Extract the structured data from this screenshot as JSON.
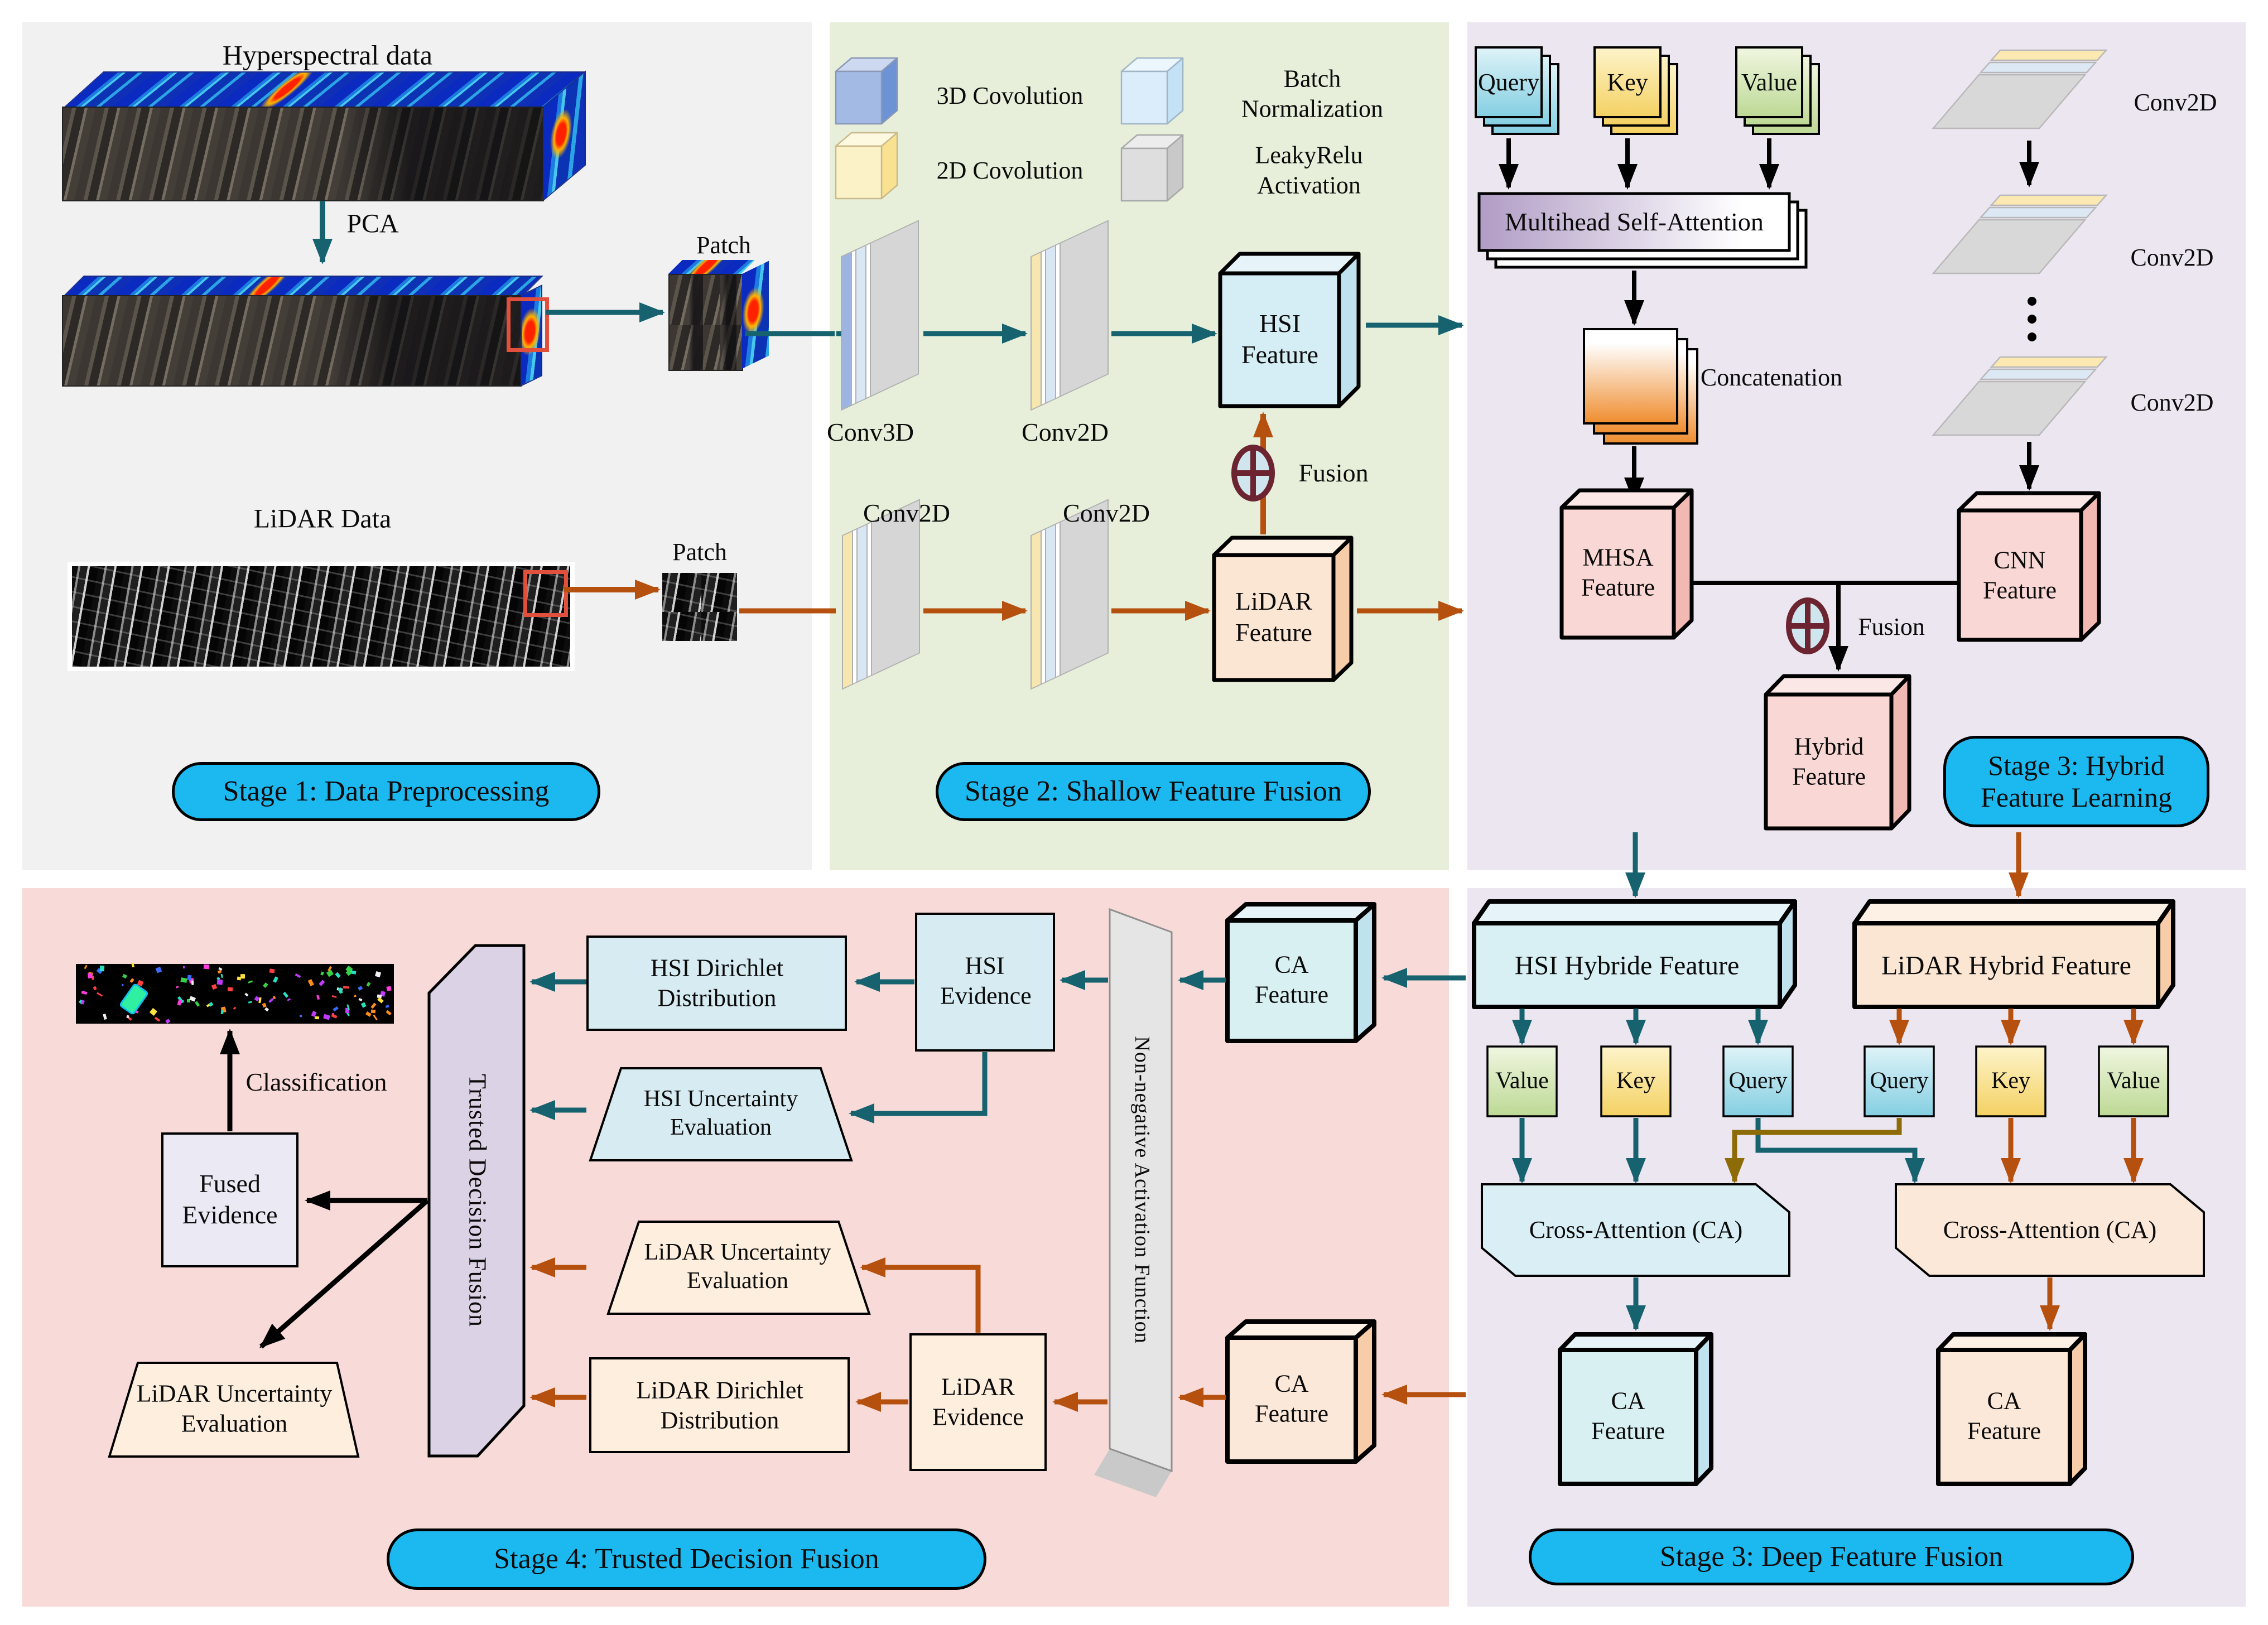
{
  "colors": {
    "pill": "#1cb9f1",
    "teal": "#16626e",
    "orange": "#b5500f",
    "olive": "#8d6c08",
    "black": "#000000",
    "panel1": "#f1f1f1",
    "panel2": "#e7efda",
    "panel3": "#ece6f1",
    "panel4": "#f8dbd8",
    "cyan_box": "#d5edf4",
    "cyan_top": "#e6f4f9",
    "cyan_side": "#bfe2ee",
    "peach_box": "#fbe5d3",
    "peach_top": "#fdf1e5",
    "peach_side": "#f6cda8",
    "pink_box": "#f8d7d4",
    "pink_top": "#fbe7e5",
    "pink_side": "#f2b9b3",
    "lav_box": "#ebe9f3",
    "tdf_bar": "#dcd2e6",
    "naf_bar": "#e5e5e5",
    "dark_red": "#6b2430",
    "trap_cyan": "#d7ecf2",
    "trap_peach": "#fdeede"
  },
  "stage1": {
    "title_hsi": "Hyperspectral data",
    "pca": "PCA",
    "patch_hsi": "Patch",
    "title_lidar": "LiDAR Data",
    "patch_lidar": "Patch",
    "pill": "Stage 1: Data Preprocessing"
  },
  "stage2": {
    "legend": {
      "conv3d": "3D Covolution",
      "conv2d": "2D Covolution",
      "bn": "Batch Normalization",
      "leaky": "LeakyRelu Activation"
    },
    "conv3d": "Conv3D",
    "conv2d_hsi": "Conv2D",
    "conv2d_l1": "Conv2D",
    "conv2d_l2": "Conv2D",
    "hsi_feature": "HSI Feature",
    "lidar_feature": "LiDAR Feature",
    "fusion": "Fusion",
    "pill": "Stage 2: Shallow Feature Fusion"
  },
  "stage3": {
    "query": "Query",
    "key": "Key",
    "value": "Value",
    "mhsa": "Multihead Self-Attention",
    "concat": "Concatenation",
    "conv2d_1": "Conv2D",
    "conv2d_2": "Conv2D",
    "conv2d_3": "Conv2D",
    "mhsa_feature": "MHSA Feature",
    "cnn_feature": "CNN Feature",
    "fusion": "Fusion",
    "hybrid_feature": "Hybrid Feature",
    "pill": "Stage 3: Hybrid Feature Learning"
  },
  "stage3b": {
    "hsi_hybrid": "HSI Hybride Feature",
    "lidar_hybrid": "LiDAR Hybrid Feature",
    "value1": "Value",
    "key1": "Key",
    "query1": "Query",
    "query2": "Query",
    "key2": "Key",
    "value2": "Value",
    "ca_left": "Cross-Attention (CA)",
    "ca_right": "Cross-Attention (CA)",
    "ca_feature_hsi": "CA Feature",
    "ca_feature_lidar": "CA Feature",
    "pill": "Stage 3: Deep Feature Fusion"
  },
  "stage4": {
    "classification": "Classification",
    "fused_evidence": "Fused Evidence",
    "tdf": "Trusted Decision Fusion",
    "naf": "Non-negative Activation Function",
    "hsi_dirichlet": "HSI Dirichlet Distribution",
    "hsi_uncertainty": "HSI Uncertainty Evaluation",
    "hsi_evidence": "HSI Evidence",
    "lidar_uncertainty_mid": "LiDAR Uncertainty Evaluation",
    "lidar_dirichlet": "LiDAR Dirichlet Distribution",
    "lidar_evidence": "LiDAR Evidence",
    "lidar_uncertainty_bl": "LiDAR Uncertainty Evaluation",
    "ca_feature_hsi": "CA Feature",
    "ca_feature_lidar": "CA Feature",
    "pill": "Stage 4: Trusted Decision Fusion"
  }
}
